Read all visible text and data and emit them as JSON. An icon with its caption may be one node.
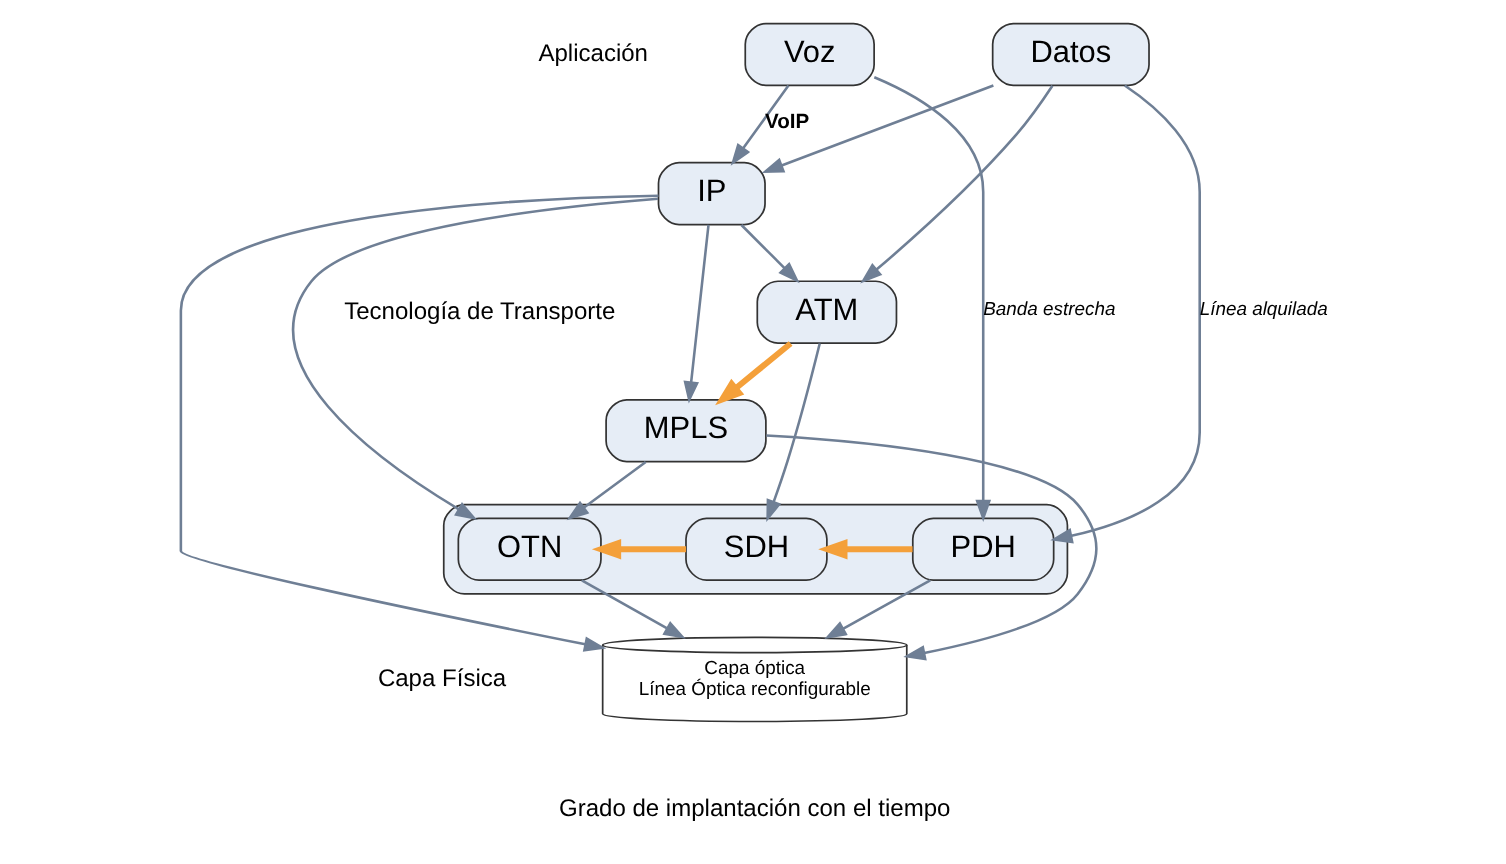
{
  "diagram": {
    "nodes": [
      {
        "text": [
          "Voz"
        ]
      },
      {
        "text": [
          "Datos"
        ]
      },
      {
        "text": [
          "IP"
        ]
      },
      {
        "text": [
          "ATM"
        ]
      },
      {
        "text": [
          "MPLS"
        ]
      },
      {
        "text": [],
        "shape": "box"
      },
      {
        "text": [
          "PDH"
        ],
        "in": 5
      },
      {
        "text": [
          "SDH"
        ],
        "in": 5
      },
      {
        "text": [
          "OTN"
        ],
        "in": 5
      },
      {
        "text": [
          "Capa óptica",
          "Línea Óptica reconfigurable"
        ]
      }
    ],
    "edges": [
      {
        "from": 0,
        "to": 6,
        "arrow": "to",
        "label": "Banda estrecha"
      },
      {
        "from": 1,
        "to": 6,
        "arrow": "to",
        "label": "Línea alquilada"
      },
      {
        "from": 1,
        "to": 3,
        "arrow": "to"
      },
      {
        "from": 1,
        "to": 2,
        "arrow": "to"
      },
      {
        "from": 0,
        "to": 2,
        "arrow": "to",
        "label": "VoIP"
      },
      {
        "from": 2,
        "to": 3,
        "arrow": "to"
      },
      {
        "from": 2,
        "to": 4,
        "arrow": "to"
      },
      {
        "from": 2,
        "to": 8,
        "arrow": "to"
      },
      {
        "from": 2,
        "to": 9,
        "arrow": "to"
      },
      {
        "from": 3,
        "to": 7,
        "arrow": "to"
      },
      {
        "from": 3,
        "to": 4,
        "arrow": "to",
        "style": "thick",
        "color": "#f4a03a"
      },
      {
        "from": 6,
        "to": 7,
        "arrow": "to",
        "style": "thick",
        "color": "#f4a03a"
      },
      {
        "from": 7,
        "to": 8,
        "arrow": "to",
        "style": "thick",
        "color": "#f4a03a"
      },
      {
        "from": 4,
        "to": 8,
        "arrow": "to"
      },
      {
        "from": 4,
        "to": 9,
        "arrow": "to"
      },
      {
        "from": 6,
        "to": 9,
        "arrow": "to"
      },
      {
        "from": 8,
        "to": 9,
        "arrow": "to"
      }
    ],
    "labels": [
      "Aplicación",
      "Tecnología de Transporte",
      "Capa Física",
      "Grado de implantación con el tiempo"
    ]
  }
}
